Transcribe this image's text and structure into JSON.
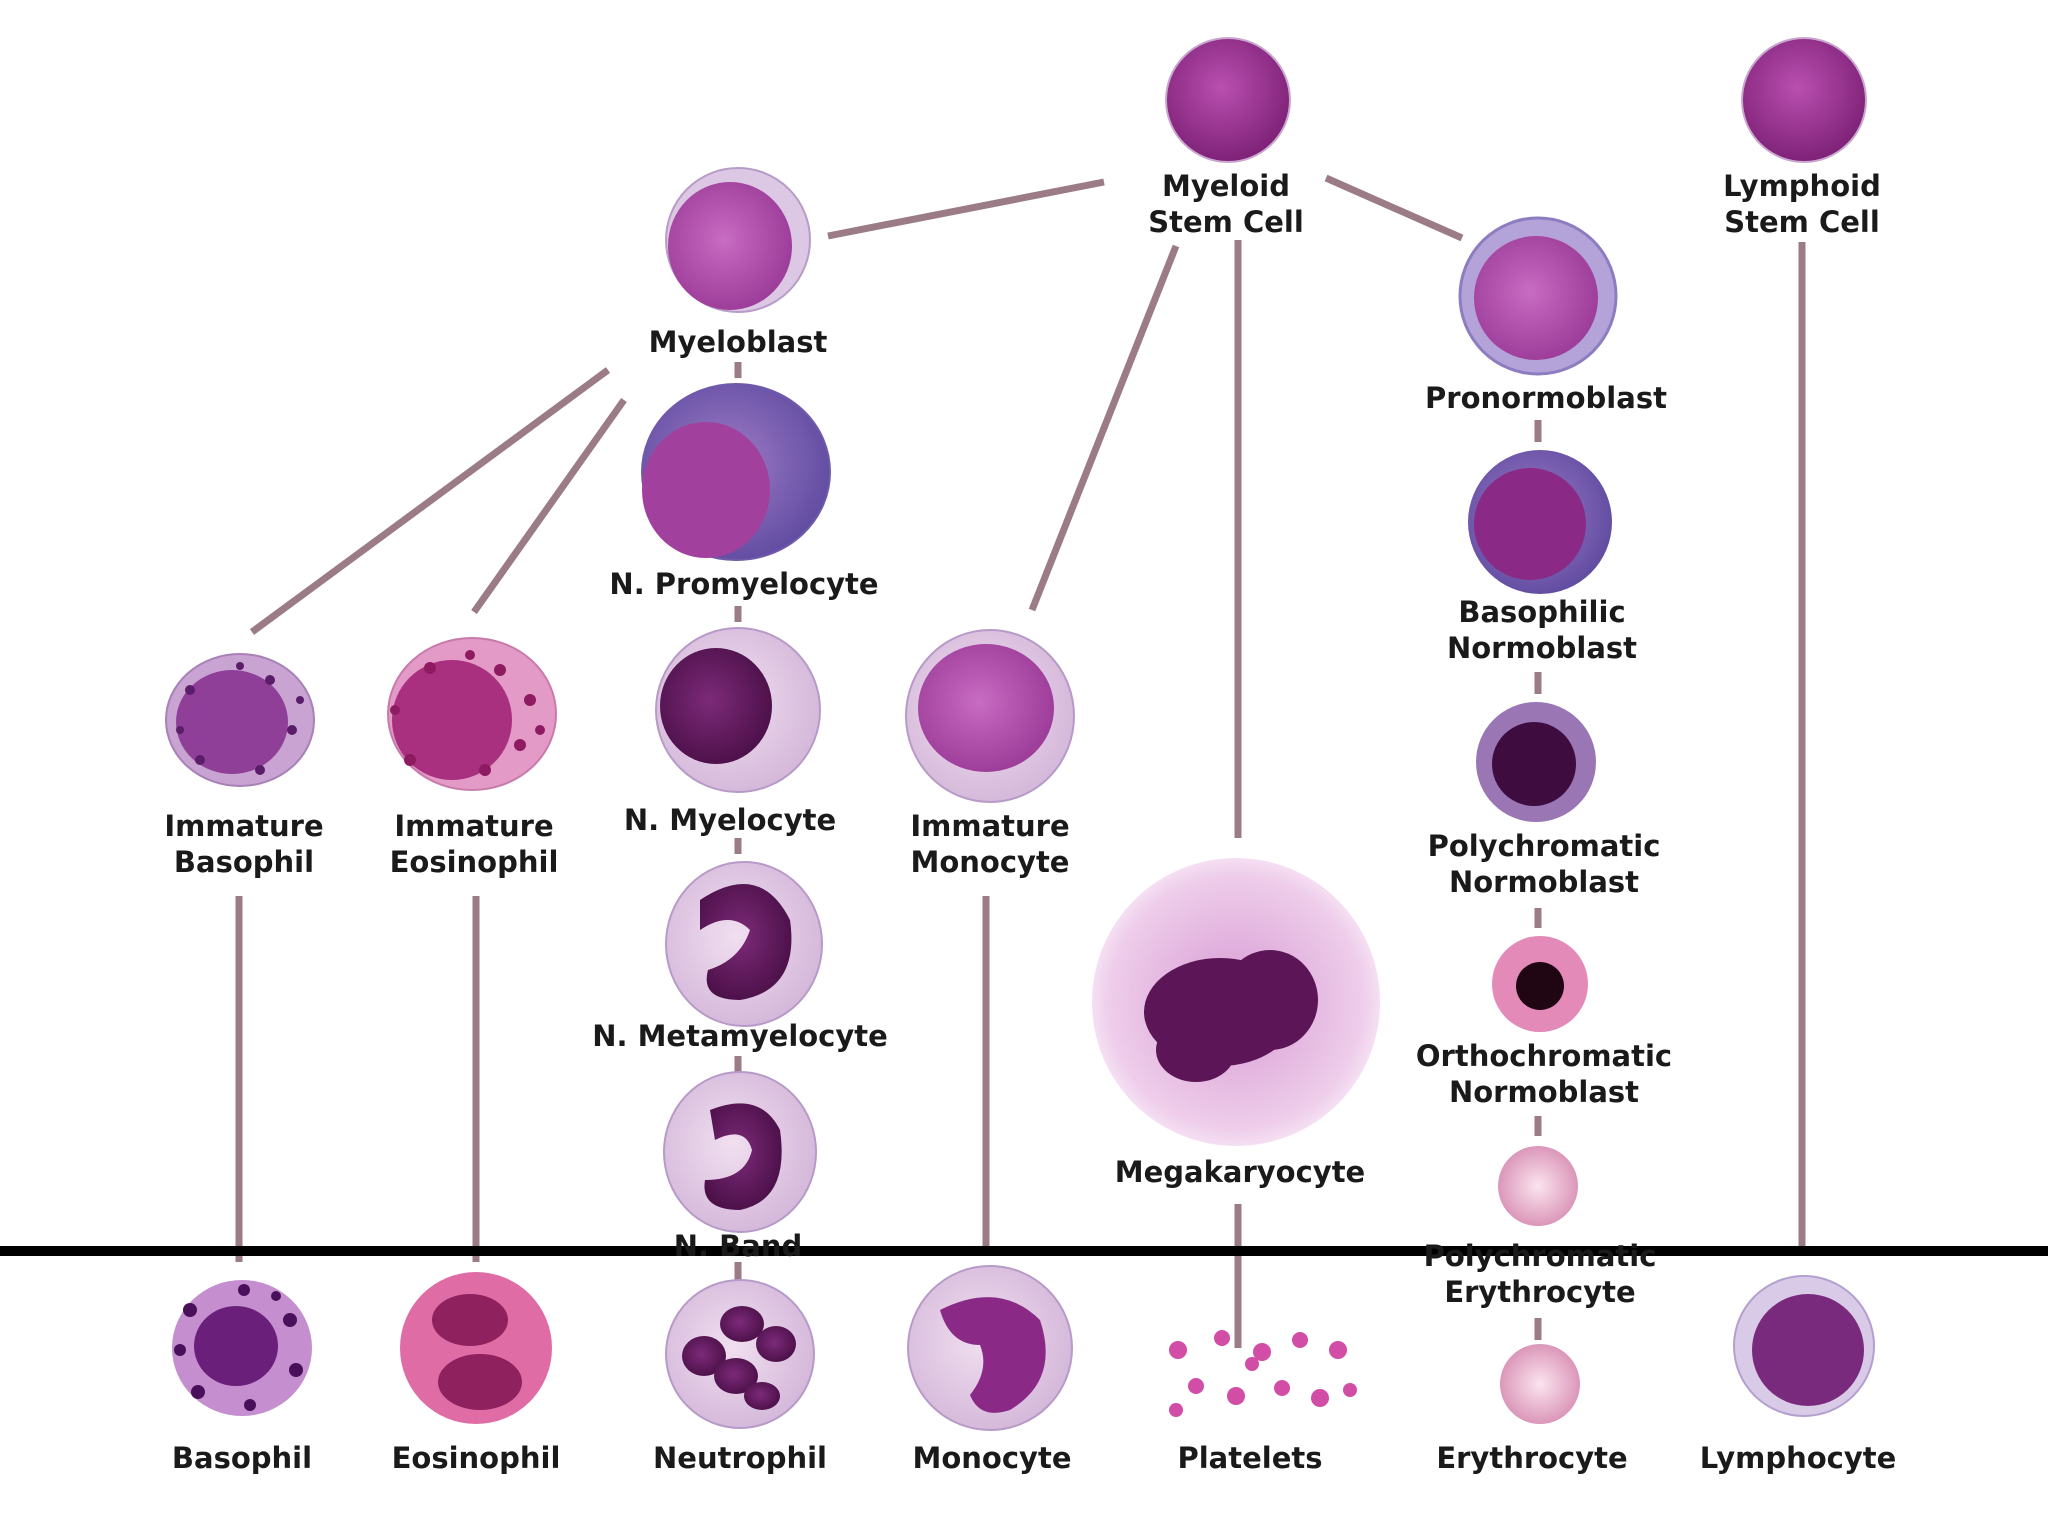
{
  "colors": {
    "connector": "#9b7b86",
    "divider": "#000000",
    "label": "#1a1a1a",
    "cytoplasm": "#d6b3d8",
    "nucleus": "#a8339e"
  },
  "cells": {
    "myeloid_stem": {
      "label": [
        "Myeloid",
        "Stem Cell"
      ]
    },
    "lymphoid_stem": {
      "label": [
        "Lymphoid",
        "Stem Cell"
      ]
    },
    "myeloblast": {
      "label": [
        "Myeloblast"
      ]
    },
    "pronormoblast": {
      "label": [
        "Pronormoblast"
      ]
    },
    "n_promyelocyte": {
      "label": [
        "N. Promyelocyte"
      ]
    },
    "basophilic_normoblast": {
      "label": [
        "Basophilic",
        "Normoblast"
      ]
    },
    "immature_basophil": {
      "label": [
        "Immature",
        "Basophil"
      ]
    },
    "immature_eosinophil": {
      "label": [
        "Immature",
        "Eosinophil"
      ]
    },
    "n_myelocyte": {
      "label": [
        "N. Myelocyte"
      ]
    },
    "immature_monocyte": {
      "label": [
        "Immature",
        "Monocyte"
      ]
    },
    "polychromatic_normoblast": {
      "label": [
        "Polychromatic",
        "Normoblast"
      ]
    },
    "n_metamyelocyte": {
      "label": [
        "N. Metamyelocyte"
      ]
    },
    "orthochromatic_normoblast": {
      "label": [
        "Orthochromatic",
        "Normoblast"
      ]
    },
    "megakaryocyte": {
      "label": [
        "Megakaryocyte"
      ]
    },
    "n_band": {
      "label": [
        "N. Band"
      ]
    },
    "polychromatic_erythrocyte": {
      "label": [
        "Polychromatic",
        "Erythrocyte"
      ]
    },
    "basophil": {
      "label": [
        "Basophil"
      ]
    },
    "eosinophil": {
      "label": [
        "Eosinophil"
      ]
    },
    "neutrophil": {
      "label": [
        "Neutrophil"
      ]
    },
    "monocyte": {
      "label": [
        "Monocyte"
      ]
    },
    "platelets": {
      "label": [
        "Platelets"
      ]
    },
    "erythrocyte": {
      "label": [
        "Erythrocyte"
      ]
    },
    "lymphocyte": {
      "label": [
        "Lymphocyte"
      ]
    }
  }
}
